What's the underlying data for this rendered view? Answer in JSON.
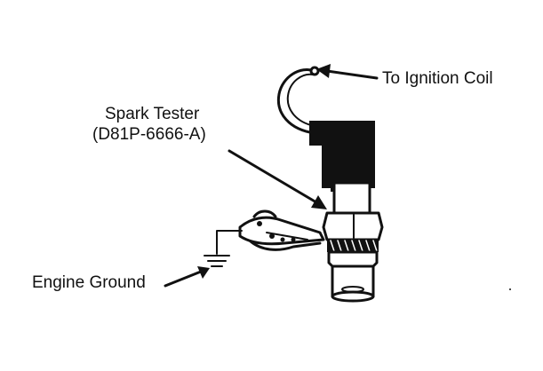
{
  "labels": {
    "ignition_coil": "To Ignition Coil",
    "spark_tester_name": "Spark Tester",
    "spark_tester_part": "(D81P-6666-A)",
    "engine_ground": "Engine Ground"
  },
  "colors": {
    "ink": "#111111",
    "paper": "#ffffff"
  }
}
